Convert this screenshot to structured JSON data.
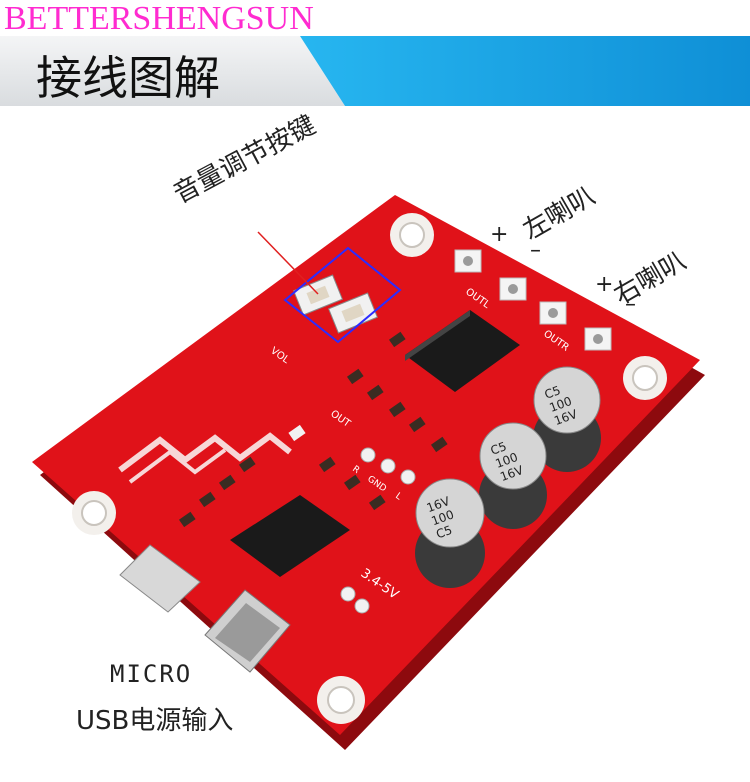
{
  "brand": "BETTERSHENGSUN",
  "banner": {
    "title": "接线图解"
  },
  "labels": {
    "button_label": "音量调节按键",
    "left_speaker": "左喇叭",
    "right_speaker": "右喇叭",
    "plus": "+",
    "minus": "–",
    "micro": "MICRO",
    "usb_input": "USB电源输入"
  },
  "board": {
    "outl": "OUTL",
    "outr": "OUTR",
    "out": "OUT",
    "r": "R",
    "gnd": "GND",
    "l": "L",
    "vol": "VOL",
    "power": "3.4-5V",
    "cap_code": "C5",
    "cap_value": "100",
    "cap_voltage": "16V"
  },
  "colors": {
    "board": "#e01219",
    "board_dark": "#b50a10",
    "banner_blue": "#16a4e4",
    "banner_gray": "#e9ebee",
    "highlight": "#2c2cff"
  }
}
